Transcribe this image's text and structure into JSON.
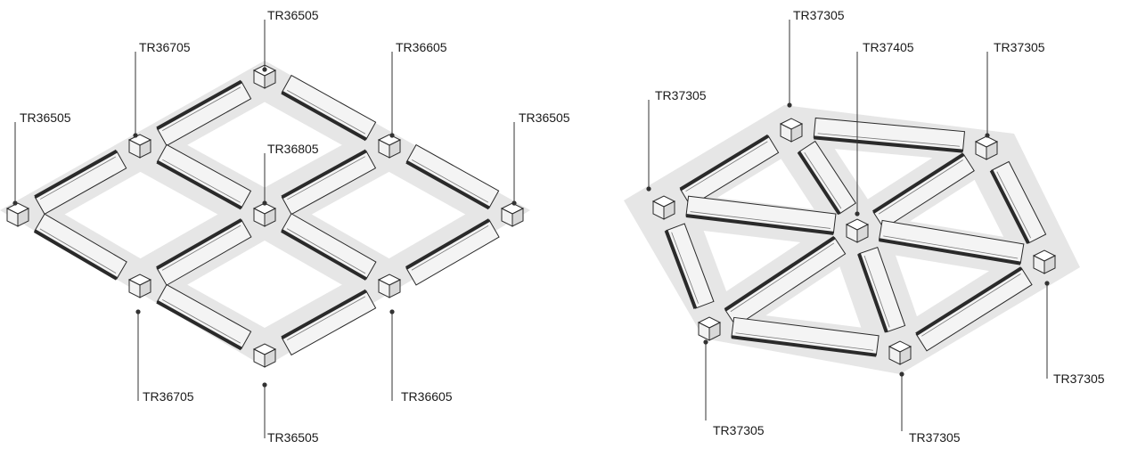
{
  "left_assembly": {
    "labels": [
      {
        "id": "top",
        "text": "TR36505"
      },
      {
        "id": "upper-left",
        "text": "TR36705"
      },
      {
        "id": "upper-right",
        "text": "TR36605"
      },
      {
        "id": "left",
        "text": "TR36505"
      },
      {
        "id": "right",
        "text": "TR36505"
      },
      {
        "id": "center",
        "text": "TR36805"
      },
      {
        "id": "lower-left",
        "text": "TR36705"
      },
      {
        "id": "lower-right",
        "text": "TR36605"
      },
      {
        "id": "bottom",
        "text": "TR36505"
      }
    ]
  },
  "right_assembly": {
    "labels": [
      {
        "id": "top-left",
        "text": "TR37305"
      },
      {
        "id": "center",
        "text": "TR37405"
      },
      {
        "id": "top-right",
        "text": "TR37305"
      },
      {
        "id": "left",
        "text": "TR37305"
      },
      {
        "id": "right",
        "text": "TR37305"
      },
      {
        "id": "bottom-left",
        "text": "TR37305"
      },
      {
        "id": "bottom",
        "text": "TR37305"
      }
    ]
  }
}
